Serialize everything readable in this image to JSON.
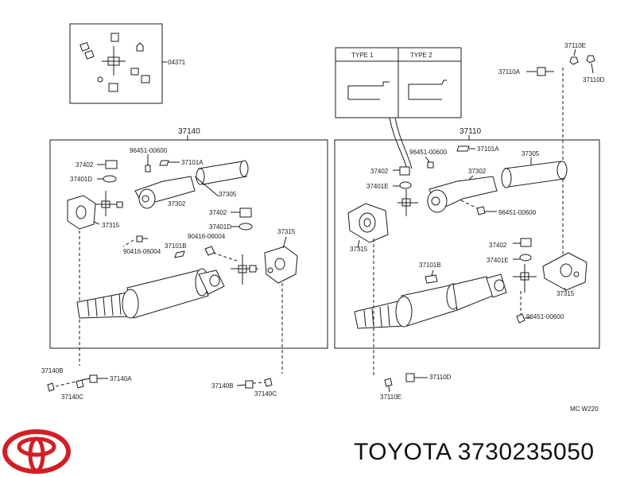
{
  "kit_box": {
    "part": "04371"
  },
  "type_box": {
    "type1": "TYPE 1",
    "type2": "TYPE 2"
  },
  "left_assembly": {
    "number": "37140",
    "labels": {
      "bolt_top": "96451-00600",
      "flange_top": "37101A",
      "bearing": "37402",
      "washer": "37401D",
      "yoke": "37302",
      "sleeve": "37305",
      "flange_yoke": "37315",
      "bearing2": "37402",
      "washer2": "37401D",
      "bolt_mid": "90416-06004",
      "flange_mid": "37101B",
      "bolt_mid2": "90416-06004",
      "flange_yoke2": "37315"
    }
  },
  "right_assembly": {
    "number": "37110",
    "labels": {
      "bolt_top": "96451-00600",
      "flange_top": "37101A",
      "sleeve": "37305",
      "bearing": "37402",
      "yoke": "37302",
      "washer": "37401E",
      "bolt_yoke": "96451-00600",
      "flange_yoke": "37315",
      "flange_mid": "37101B",
      "bearing2": "37402",
      "washer2": "37401E",
      "flange_yoke2": "37315",
      "bolt_low": "96451-00600"
    }
  },
  "hardware": {
    "top_right_e": "37110E",
    "top_right_a": "37110A",
    "top_right_d": "37110D",
    "left_b": "37140B",
    "left_a": "37140A",
    "left_c": "37140C",
    "mid_b": "37140B",
    "mid_c": "37140C",
    "right_e": "37110E",
    "right_d": "37110D"
  },
  "footer": {
    "code": "MC  W220"
  },
  "brand": {
    "name": "TOYOTA",
    "part_number": "3730235050"
  }
}
